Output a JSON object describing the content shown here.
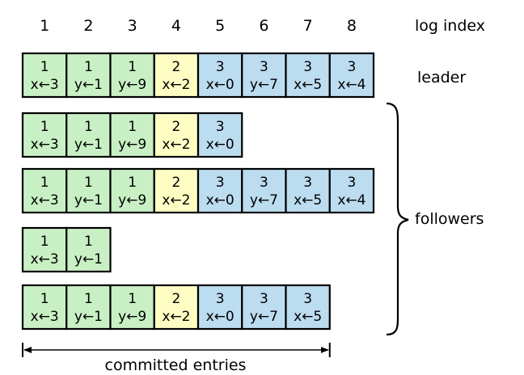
{
  "header": {
    "indices": [
      "1",
      "2",
      "3",
      "4",
      "5",
      "6",
      "7",
      "8"
    ],
    "index_label": "log index"
  },
  "labels": {
    "leader": "leader",
    "followers": "followers",
    "committed": "committed entries"
  },
  "term_colors": {
    "1": "#c8f0c4",
    "2": "#fdfdc4",
    "3": "#bcdcf0"
  },
  "logs": [
    {
      "role": "leader",
      "entries": [
        {
          "term": "1",
          "cmd": "x←3"
        },
        {
          "term": "1",
          "cmd": "y←1"
        },
        {
          "term": "1",
          "cmd": "y←9"
        },
        {
          "term": "2",
          "cmd": "x←2"
        },
        {
          "term": "3",
          "cmd": "x←0"
        },
        {
          "term": "3",
          "cmd": "y←7"
        },
        {
          "term": "3",
          "cmd": "x←5"
        },
        {
          "term": "3",
          "cmd": "x←4"
        }
      ]
    },
    {
      "role": "follower",
      "entries": [
        {
          "term": "1",
          "cmd": "x←3"
        },
        {
          "term": "1",
          "cmd": "y←1"
        },
        {
          "term": "1",
          "cmd": "y←9"
        },
        {
          "term": "2",
          "cmd": "x←2"
        },
        {
          "term": "3",
          "cmd": "x←0"
        }
      ]
    },
    {
      "role": "follower",
      "entries": [
        {
          "term": "1",
          "cmd": "x←3"
        },
        {
          "term": "1",
          "cmd": "y←1"
        },
        {
          "term": "1",
          "cmd": "y←9"
        },
        {
          "term": "2",
          "cmd": "x←2"
        },
        {
          "term": "3",
          "cmd": "x←0"
        },
        {
          "term": "3",
          "cmd": "y←7"
        },
        {
          "term": "3",
          "cmd": "x←5"
        },
        {
          "term": "3",
          "cmd": "x←4"
        }
      ]
    },
    {
      "role": "follower",
      "entries": [
        {
          "term": "1",
          "cmd": "x←3"
        },
        {
          "term": "1",
          "cmd": "y←1"
        }
      ]
    },
    {
      "role": "follower",
      "entries": [
        {
          "term": "1",
          "cmd": "x←3"
        },
        {
          "term": "1",
          "cmd": "y←1"
        },
        {
          "term": "1",
          "cmd": "y←9"
        },
        {
          "term": "2",
          "cmd": "x←2"
        },
        {
          "term": "3",
          "cmd": "x←0"
        },
        {
          "term": "3",
          "cmd": "y←7"
        },
        {
          "term": "3",
          "cmd": "x←5"
        }
      ]
    }
  ],
  "committed_through_index": 7
}
